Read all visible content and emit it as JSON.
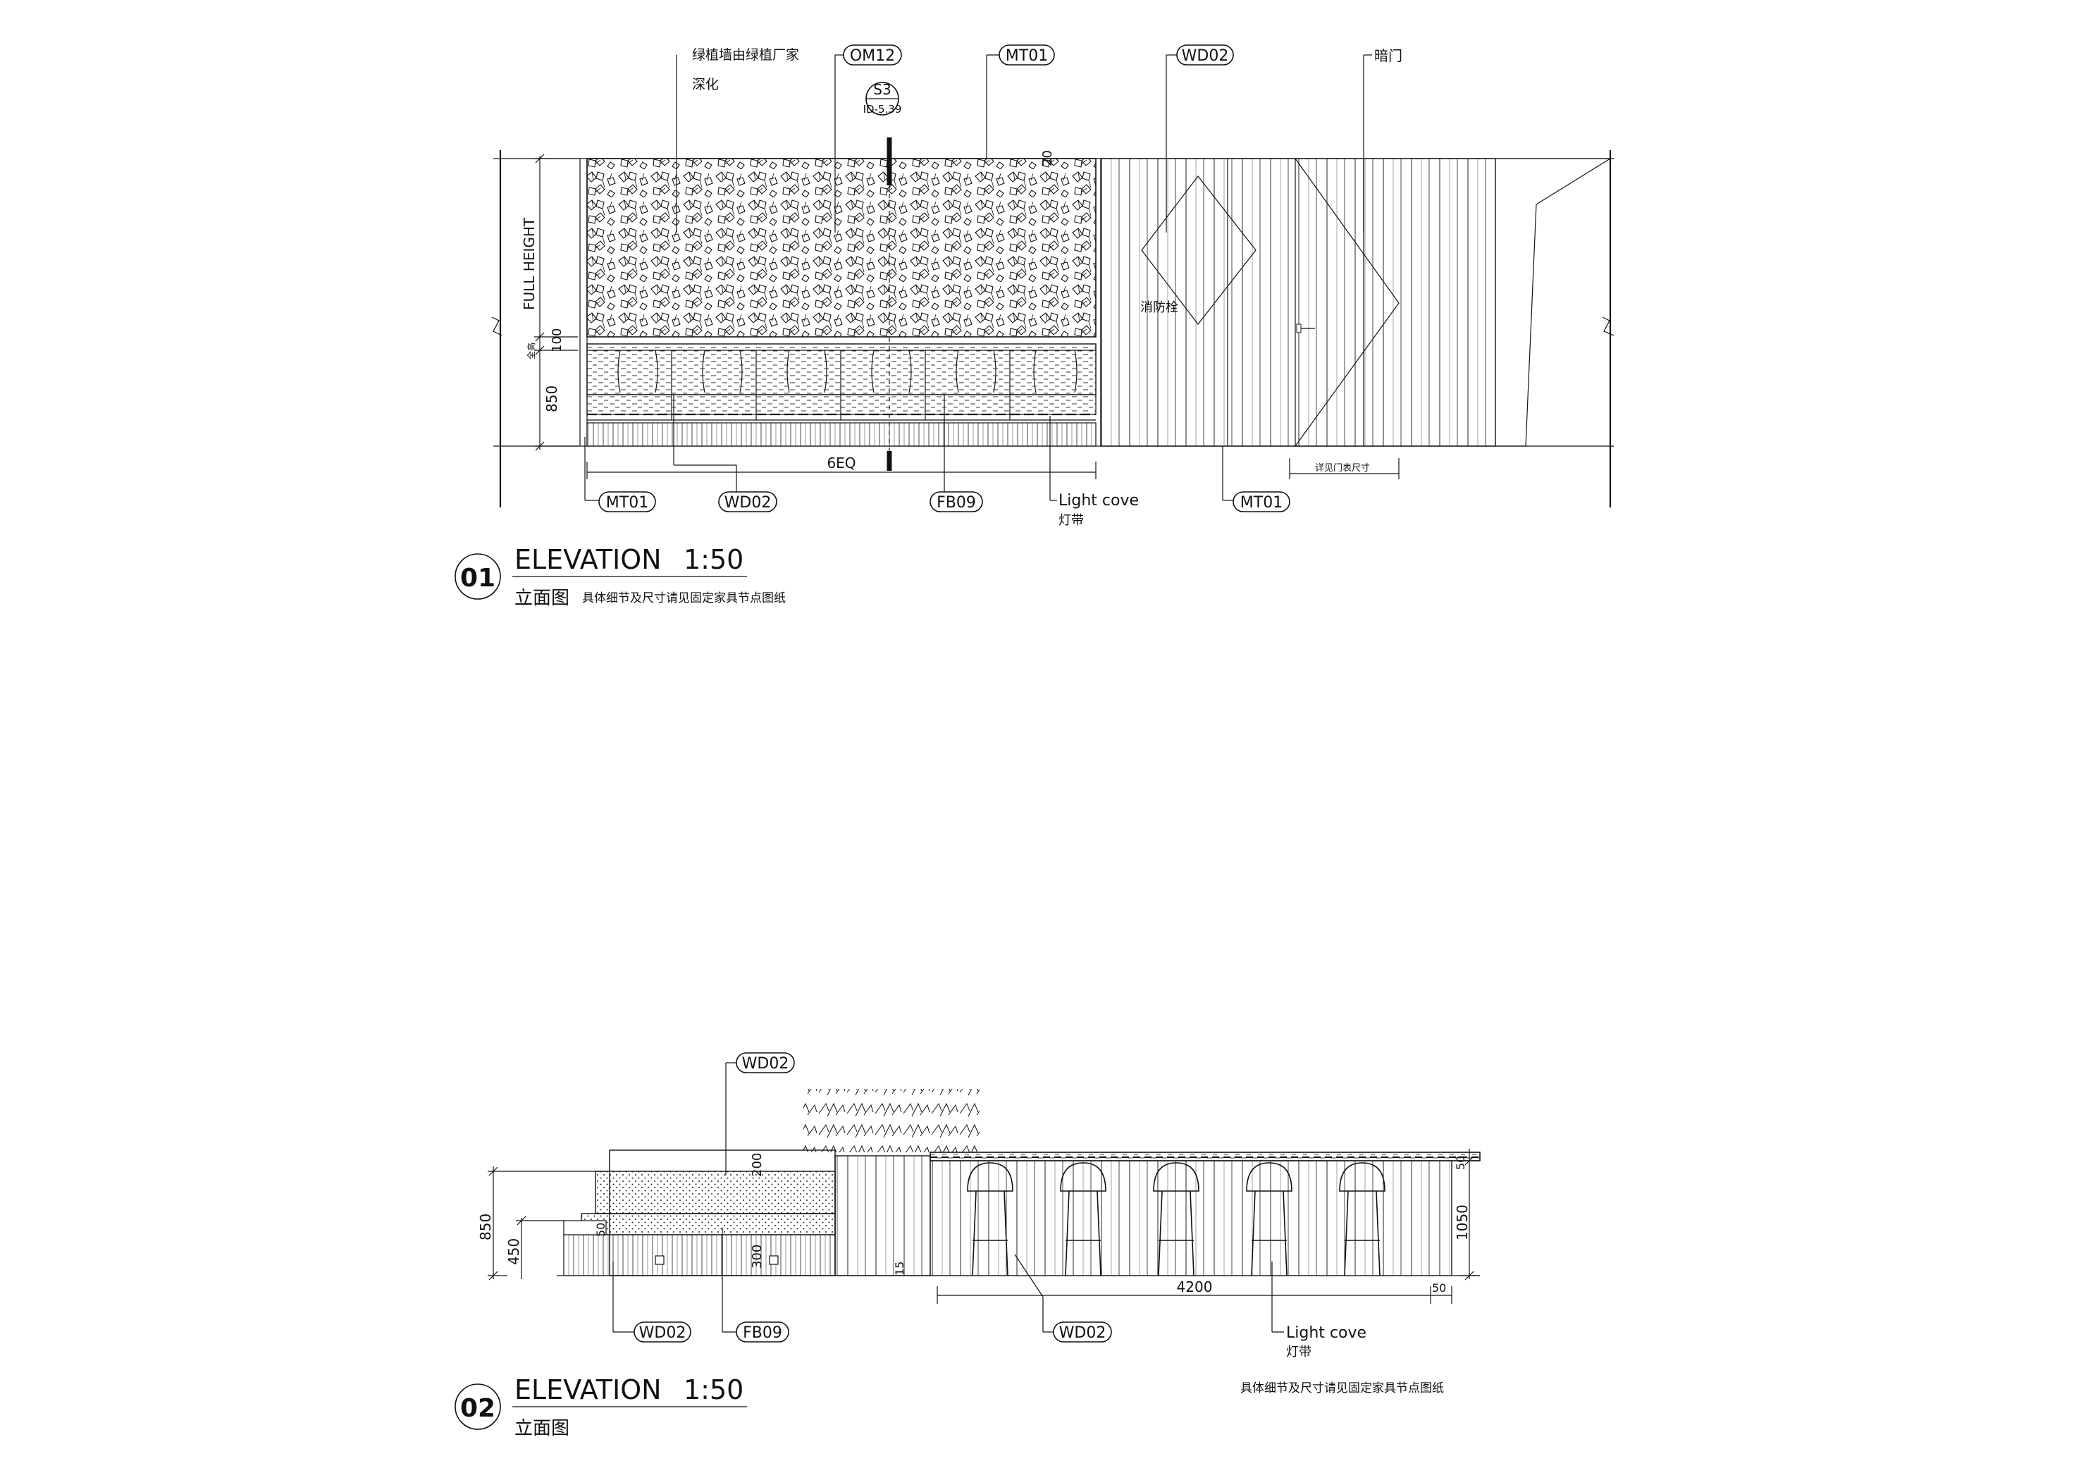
{
  "elevation_01": {
    "number": "01",
    "title": "ELEVATION",
    "scale": "1:50",
    "subtitle_cn": "立面图",
    "note_cn": "具体细节及尺寸请见固定家具节点图纸",
    "top_tags": {
      "green_wall_note_line1": "绿植墙由绿植厂家",
      "green_wall_note_line2": "深化",
      "om12": "OM12",
      "mt01": "MT01",
      "wd02": "WD02",
      "hidden_door": "暗门"
    },
    "section_marker": {
      "top": "S3",
      "bottom": "ID-5.39"
    },
    "fire_hydrant_label": "消防栓",
    "dims": {
      "full_height": "FULL HEIGHT",
      "full_height_cn": "全高",
      "dim_100": "100",
      "dim_850": "850",
      "dim_20": "20",
      "six_eq": "6EQ",
      "door_size_note": "详见门表尺寸"
    },
    "bottom_tags": {
      "mt01_left": "MT01",
      "wd02": "WD02",
      "fb09": "FB09",
      "light_cove": "Light cove",
      "light_cove_cn": "灯带",
      "mt01_right": "MT01"
    }
  },
  "elevation_02": {
    "number": "02",
    "title": "ELEVATION",
    "scale": "1:50",
    "subtitle_cn": "立面图",
    "note_cn": "具体细节及尺寸请见固定家具节点图纸",
    "tags": {
      "wd02_top": "WD02",
      "wd02_left": "WD02",
      "fb09": "FB09",
      "wd02_mid": "WD02",
      "light_cove": "Light cove",
      "light_cove_cn": "灯带"
    },
    "dims": {
      "dim_850": "850",
      "dim_450": "450",
      "dim_50_left": "50",
      "dim_200": "200",
      "dim_300": "300",
      "dim_15": "15",
      "dim_4200": "4200",
      "dim_50_right": "50",
      "dim_1050": "1050",
      "dim_50_top": "50"
    }
  }
}
